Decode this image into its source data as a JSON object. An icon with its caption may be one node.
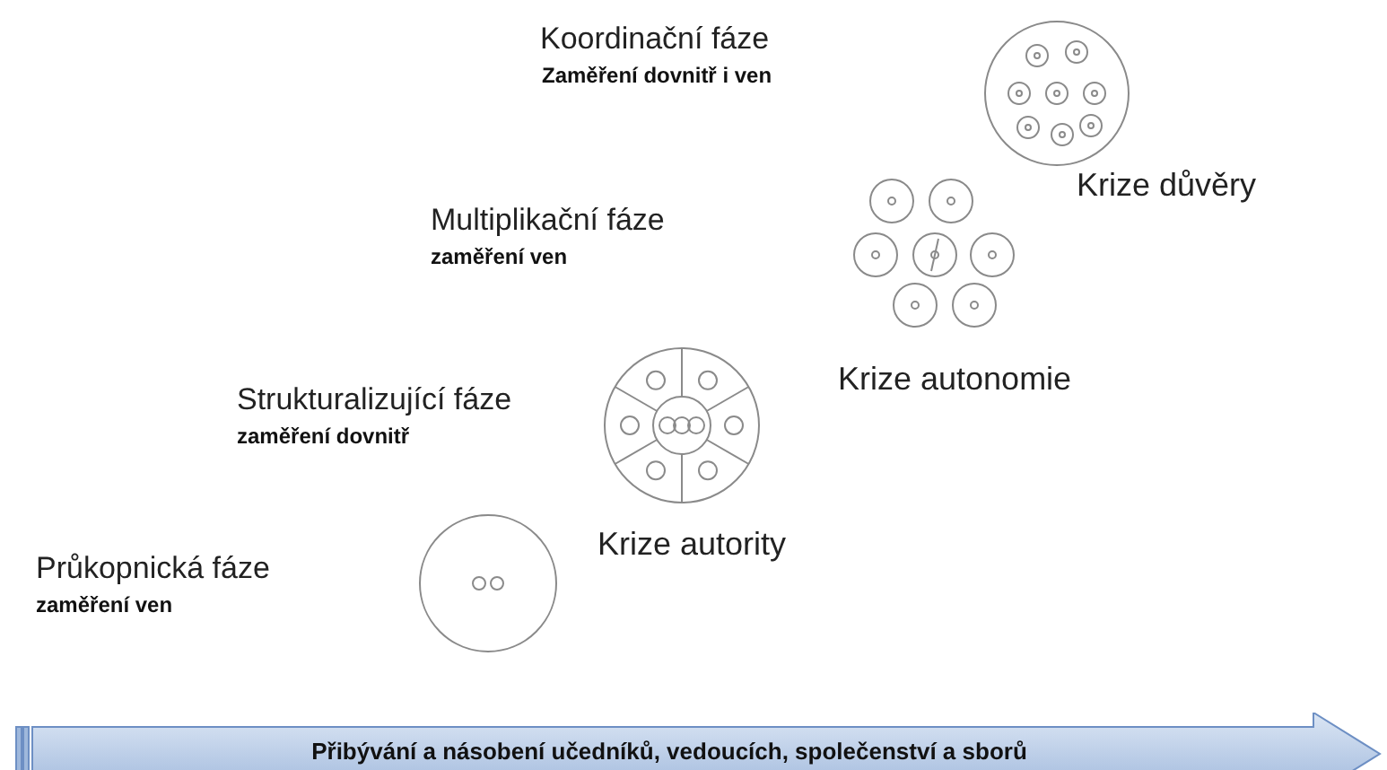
{
  "diagram": {
    "nodes": [
      {
        "text": [
          "Přibývání a násobení učedníků, vedoucích, společenství a sborů"
        ]
      }
    ],
    "labels": [
      "Koordinační fáze",
      "Zaměření dovnitř i ven",
      "Krize důvěry",
      "Multiplikační fáze",
      "zaměření ven",
      "Krize autonomie",
      "Strukturalizující fáze",
      "zaměření dovnitř",
      "Krize autority",
      "Průkopnická fáze",
      "zaměření ven"
    ]
  }
}
